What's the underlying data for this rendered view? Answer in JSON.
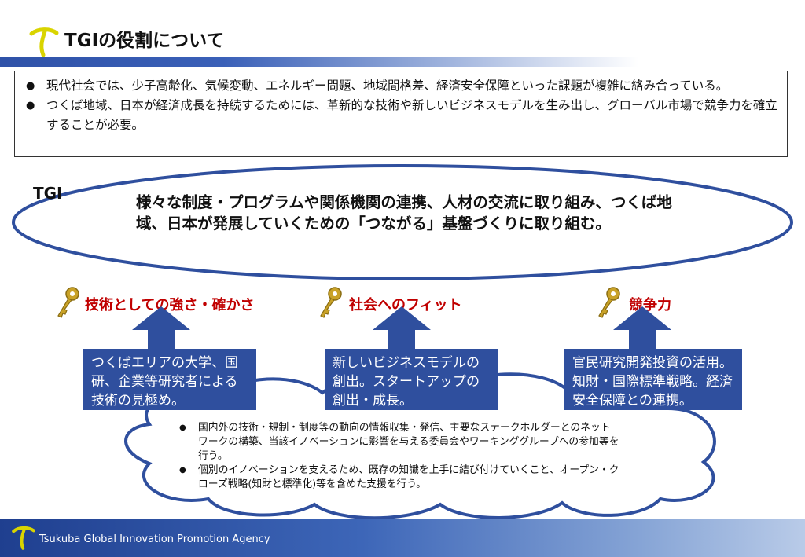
{
  "header": {
    "title": "TGIの役割について"
  },
  "intro": {
    "bullets": [
      "現代社会では、少子高齢化、気候変動、エネルギー問題、地域間格差、経済安全保障といった課題が複雑に絡み合っている。",
      "つくば地域、日本が経済成長を持続するためには、革新的な技術や新しいビジネスモデルを生み出し、グローバル市場で競争力を確立することが必要。"
    ]
  },
  "tgi": {
    "label": "TGI",
    "text": "様々な制度・プログラムや関係機関の連携、人材の交流に取り組み、つくば地域、日本が発展していくための「つながる」基盤づくりに取り組む。"
  },
  "pillars": [
    {
      "key_label": "技術としての強さ・確かさ",
      "box_text": "つくばエリアの大学、国研、企業等研究者による技術の見極め。"
    },
    {
      "key_label": "社会へのフィット",
      "box_text": "新しいビジネスモデルの創出。スタートアップの創出・成長。"
    },
    {
      "key_label": "競争力",
      "box_text": "官民研究開発投資の活用。知財・国際標準戦略。経済安全保障との連携。"
    }
  ],
  "cloud": {
    "bullets": [
      "国内外の技術・規制・制度等の動向の情報収集・発信、主要なステークホルダーとのネットワークの構築、当該イノベーションに影響を与える委員会やワーキンググループへの参加等を行う。",
      "個別のイノベーションを支えるため、既存の知識を上手に結び付けていくこと、オープン・クローズ戦略(知財と標準化)等を含めた支援を行う。"
    ]
  },
  "footer": {
    "agency": "Tsukuba Global Innovation Promotion Agency"
  },
  "colors": {
    "accent_blue": "#2f4f9e",
    "key_red": "#c00000",
    "logo_yellow": "#d9d400"
  },
  "icons": [
    "logo-icon",
    "key-icon",
    "up-arrow-icon",
    "bullet-icon"
  ]
}
